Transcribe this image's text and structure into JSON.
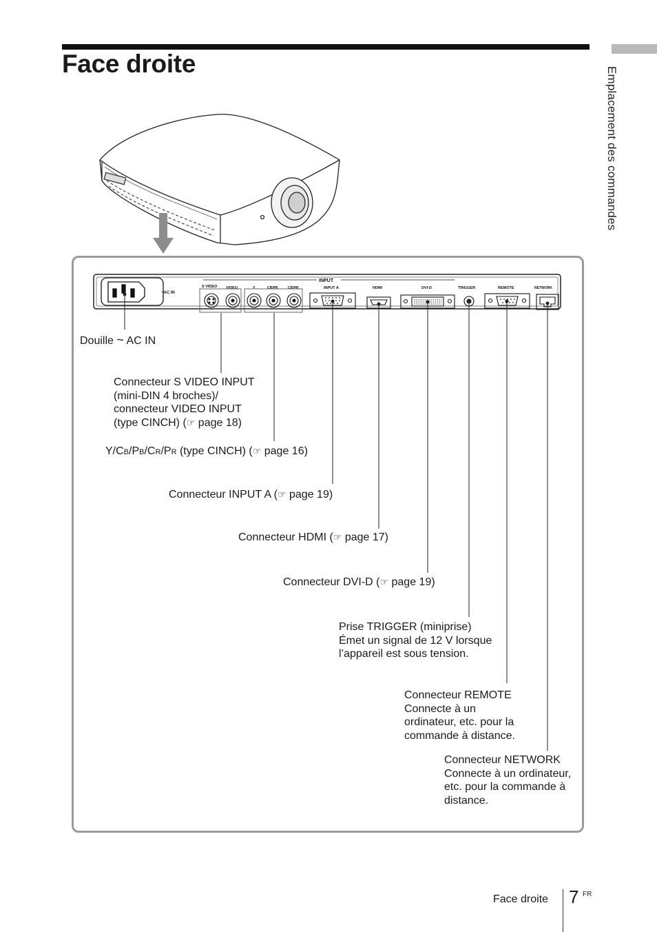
{
  "page": {
    "title": "Face droite",
    "side_tab_label": "Emplacement des commandes",
    "footer_section": "Face droite",
    "page_number": "7",
    "lang_code": "FR"
  },
  "panel_labels": {
    "input": "INPUT",
    "s_video": "S VIDEO",
    "video": "VIDEO",
    "y": "Y",
    "cb_pb": "CB/PB",
    "cr_pr": "CR/PR",
    "input_a": "INPUT A",
    "hdmi": "HDMI",
    "dvi_d": "DVI-D",
    "trigger": "TRIGGER",
    "remote": "REMOTE",
    "network": "NETWORK",
    "ac_in": "~AC IN"
  },
  "callouts": {
    "ac_in": {
      "text": "AC IN",
      "prefix": "Douille",
      "tilde": "~"
    },
    "s_video": {
      "line1": "Connecteur S VIDEO INPUT",
      "line2": "(mini-DIN 4 broches)/",
      "line3": "connecteur VIDEO INPUT",
      "line4_pre": "(type CINCH) (",
      "line4_post": " page 18)"
    },
    "ycbcr": {
      "y": "Y/C",
      "b": "B",
      "p1": "/P",
      "b2": "B",
      "c": "/C",
      "r": "R",
      "p2": "/P",
      "r2": "R",
      "rest_pre": " (type CINCH) (",
      "rest_post": " page 16)"
    },
    "input_a": {
      "pre": "Connecteur INPUT A (",
      "post": " page 19)"
    },
    "hdmi": {
      "pre": "Connecteur HDMI (",
      "post": " page 17)"
    },
    "dvi": {
      "pre": "Connecteur DVI-D (",
      "post": " page 19)"
    },
    "trigger": {
      "line1": "Prise TRIGGER (miniprise)",
      "line2": "Émet un signal de 12 V lorsque",
      "line3": "l’appareil est sous tension."
    },
    "remote": {
      "line1": "Connecteur REMOTE",
      "line2": "Connecte à un",
      "line3": "ordinateur, etc. pour la",
      "line4": "commande à distance."
    },
    "network": {
      "line1": "Connecteur NETWORK",
      "line2": "Connecte à un ordinateur,",
      "line3": "etc. pour la commande à",
      "line4": "distance."
    }
  },
  "icons": {
    "page_ref": "pointing-hand-icon",
    "hand_glyph": "☞"
  },
  "colors": {
    "rule": "#111111",
    "tab": "#b9b9b9",
    "frame": "#9a9a9a",
    "arrow": "#8c8c8c"
  }
}
